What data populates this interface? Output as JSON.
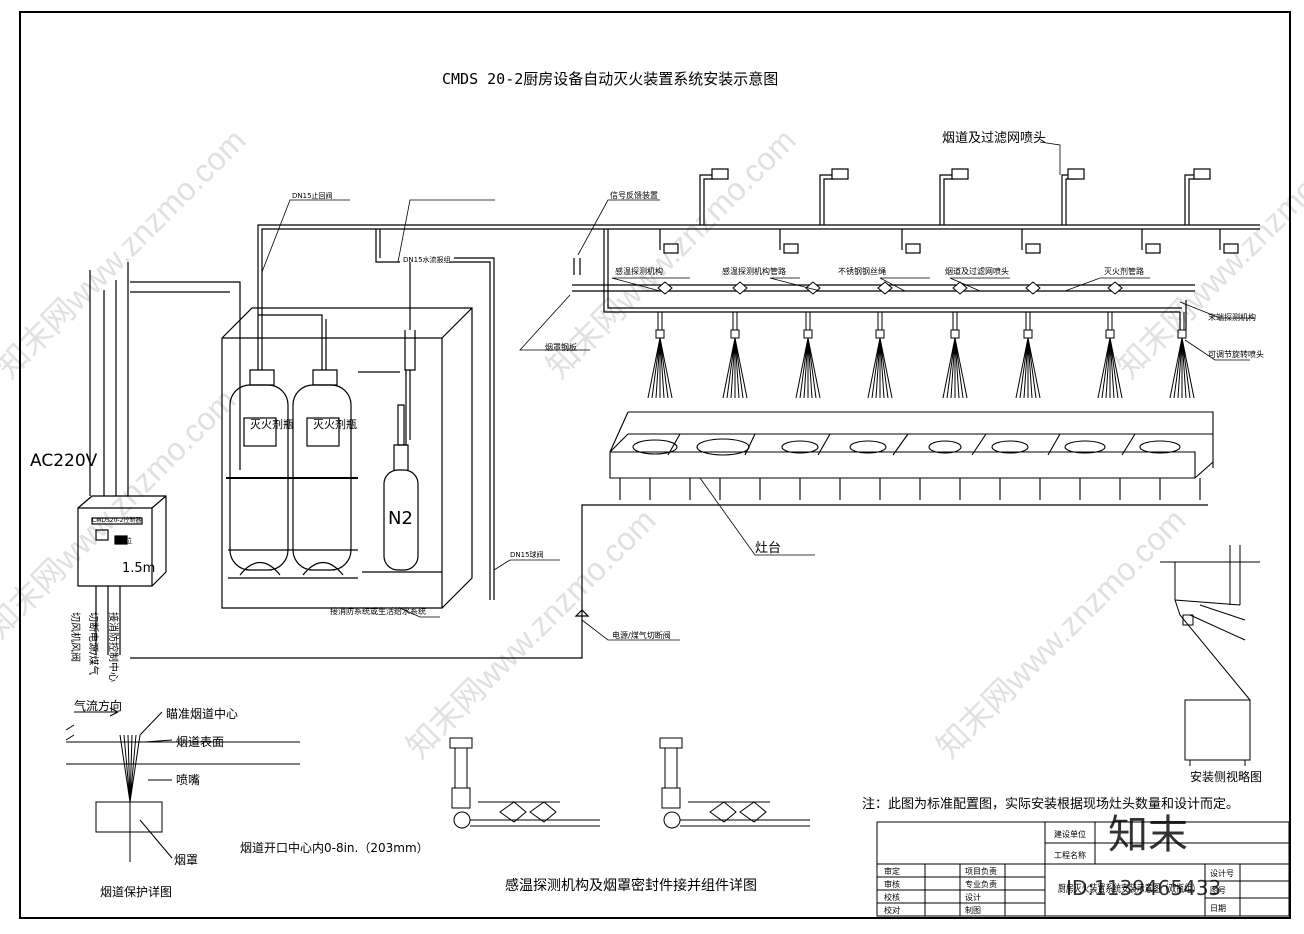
{
  "title": "CMDS 20-2厨房设备自动灭火装置系统安装示意图",
  "labels": {
    "check_valve": "DN15止回阀",
    "signal_feedback": "信号反馈装置",
    "nozzle_top": "烟道及过滤网喷头",
    "water_flow": "DN15水流报组",
    "sensor": "感温探测机构",
    "sensor_pipe": "感温探测机构管路",
    "steel_wire": "不锈钢钢丝绳",
    "hood_nozzle": "烟道及过滤网喷头",
    "ext_pipe": "灭火剂管路",
    "end_sensor": "末端探测机构",
    "adj_head": "可调节旋转喷头",
    "hood_plate": "烟罩钢板",
    "stove": "灶台",
    "dn15_ball": "DN15球阀",
    "fire_water": "接消防系统或生活给水系统",
    "power_gas_valve": "电源/煤气切断阀",
    "ac": "AC220V",
    "n2": "N2",
    "bottle1": "灭火剂瓶",
    "bottle2": "灭火剂瓶",
    "height": "1.5m",
    "panel_name": "CMDS20-2控制器",
    "panel_btn": "复位",
    "out1": "切风机风阀",
    "out2": "切断电源/煤气",
    "out3": "接消防控制中心",
    "airflow": "气流方向",
    "aim": "瞄准烟道中心",
    "duct_surface": "烟道表面",
    "nozzle": "喷嘴",
    "hood": "烟罩",
    "duct_detail": "烟道保护详图",
    "duct_opening": "烟道开口中心内0-8in.（203mm）",
    "sensor_detail": "感温探测机构及烟罩密封件接并组件详图",
    "side_view": "安装侧视略图",
    "note": "注：此图为标准配置图，实际安装根据现场灶头数量和设计而定。",
    "tb_unit": "建设单位",
    "tb_project": "工程名称",
    "tb_design_no": "设计号",
    "tb_drawing_no": "图号",
    "tb_date": "日期",
    "tb_r1a": "审定",
    "tb_r1b": "项目负责",
    "tb_r2a": "审核",
    "tb_r2b": "专业负责",
    "tb_r3a": "校核",
    "tb_r3b": "设计",
    "tb_r4a": "校对",
    "tb_r4b": "制图",
    "tb_drawing_name": "厨房灭火装置系统安装示意图（双瓶组）",
    "brand": "知末",
    "id": "ID:1139465433",
    "watermark": "知末网www.znzmo.com"
  }
}
